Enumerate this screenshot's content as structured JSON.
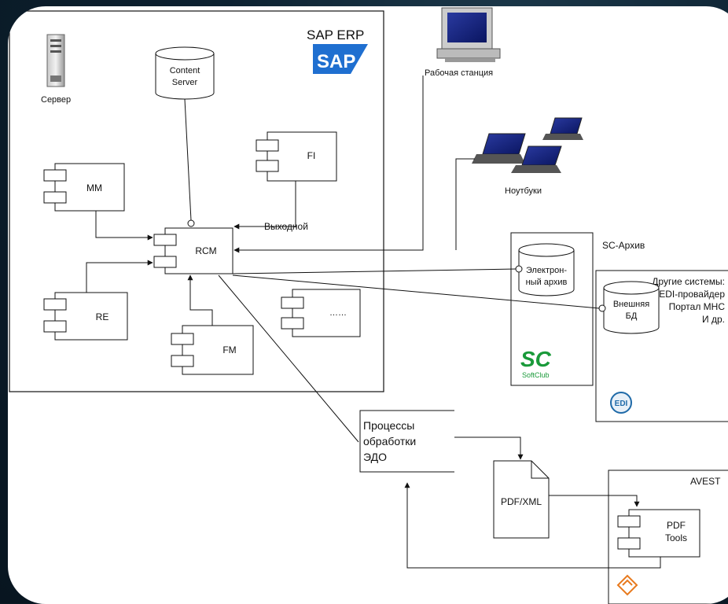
{
  "sap_erp": {
    "title": "SAP ERP",
    "logo_text": "SAP",
    "server_label": "Сервер",
    "content_server": [
      "Content",
      "Server"
    ],
    "modules": {
      "mm": "MM",
      "fi": "FI",
      "rcm": "RCM",
      "re": "RE",
      "fm": "FM",
      "more": "……"
    },
    "output_label": "Выходной"
  },
  "workstation_label": "Рабочая станция",
  "laptops_label": "Ноутбуки",
  "sc_archive": {
    "title": "SC-Архив",
    "db_label": [
      "Электрон-",
      "ный архив"
    ],
    "logo_text": "SoftClub",
    "logo_mark": "SC"
  },
  "other_systems": {
    "lines": [
      "Другие системы:",
      "EDI-провайдер",
      "Портал МНС",
      "И др."
    ],
    "db_label": [
      "Внешняя",
      "БД"
    ],
    "logo_text": "EDI"
  },
  "edo_process": [
    "Процессы",
    "обработки",
    "ЭДО"
  ],
  "pdf_xml_label": "PDF/XML",
  "avest": {
    "title": "AVEST",
    "component_label": [
      "PDF",
      "Tools"
    ]
  },
  "colors": {
    "sap_blue": "#1f6fd0",
    "softclub_green": "#1a9a3a",
    "edi_blue": "#1f6aa8",
    "avest_orange": "#e87a1e"
  }
}
